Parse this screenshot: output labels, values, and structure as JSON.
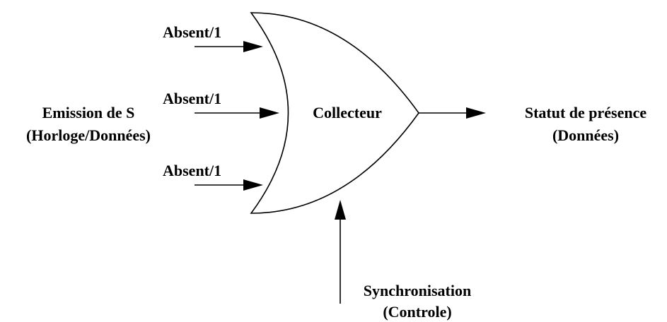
{
  "inputs": [
    {
      "label": "Absent/1"
    },
    {
      "label": "Absent/1"
    },
    {
      "label": "Absent/1"
    }
  ],
  "source": {
    "line1": "Emission de S",
    "line2": "(Horloge/Données)"
  },
  "gate": {
    "label": "Collecteur"
  },
  "output": {
    "line1": "Statut de présence",
    "line2": "(Données)"
  },
  "control": {
    "line1": "Synchronisation",
    "line2": "(Controle)"
  }
}
